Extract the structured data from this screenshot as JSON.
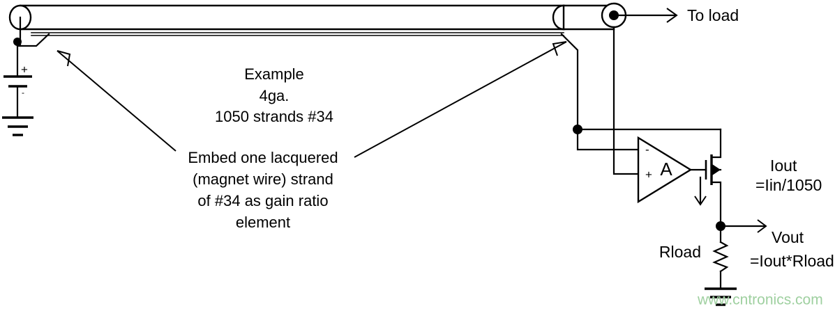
{
  "diagram": {
    "title": "Current-sensing cable with op-amp and MOSFET",
    "colors": {
      "ink": "#000000",
      "background": "#ffffff",
      "watermark": "#9fd0a0"
    },
    "cable": {
      "description_lines": [
        "Example",
        "4ga.",
        "1050 strands #34"
      ],
      "line_example": "Example",
      "line_gauge": "4ga.",
      "line_strands": "1050 strands #34"
    },
    "annotation": {
      "lines": [
        "Embed one lacquered",
        "(magnet wire) strand",
        "of #34 as gain ratio",
        "element"
      ],
      "line1": "Embed one lacquered",
      "line2": "(magnet wire) strand",
      "line3": "of #34 as gain ratio",
      "line4": "element"
    },
    "source": {
      "battery_plus": "+",
      "battery_minus": "-"
    },
    "output": {
      "to_load": "To load"
    },
    "opamp": {
      "label": "A",
      "inverting_input": "-",
      "non_inverting_input": "+"
    },
    "current": {
      "label": "Iout",
      "formula": "=Iin/1050"
    },
    "load": {
      "resistor_label": "Rload",
      "voltage_label": "Vout",
      "voltage_formula": "=Iout*Rload"
    },
    "watermark": {
      "text": "www.cntronics.com"
    }
  }
}
